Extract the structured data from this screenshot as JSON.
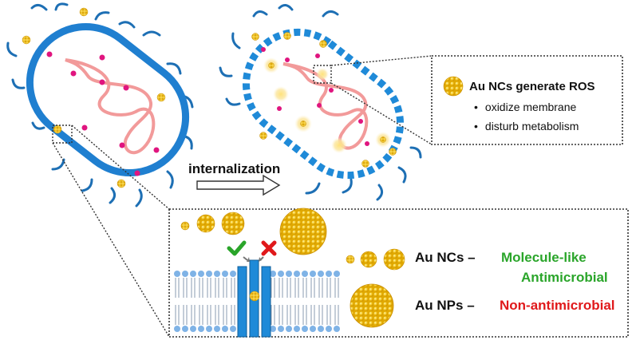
{
  "labels": {
    "internalization": "internalization",
    "ros_title": "Au NCs generate ROS",
    "ros_items": [
      "oxidize membrane",
      "disturb metabolism"
    ],
    "nc_label": "Au NCs",
    "dash": "–",
    "nc_property_line1": "Molecule-like",
    "nc_property_line2": "Antimicrobial",
    "np_label": "Au NPs",
    "np_property": "Non-antimicrobial"
  },
  "colors": {
    "membrane_blue": "#1f7fd0",
    "flagella_blue": "#1d6fb4",
    "dna_pink": "#f29a9a",
    "dot_magenta": "#e0157f",
    "gold": "#f3c318",
    "green_text": "#2aa52a",
    "red_text": "#e0191b",
    "channel_blue": "#1f8ad8",
    "lipid_head": "#7fb3e6"
  },
  "icons": [
    "checkmark-icon",
    "cross-icon",
    "arrow-icon"
  ]
}
